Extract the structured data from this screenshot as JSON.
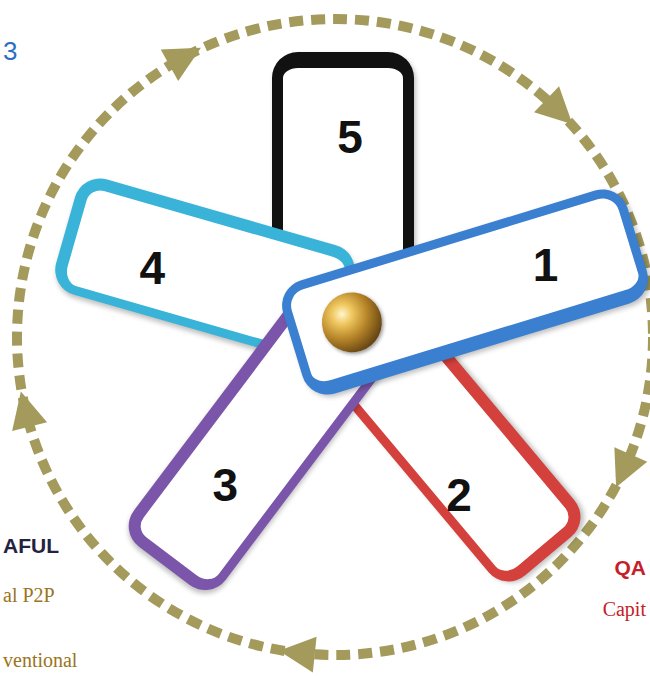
{
  "diagram": {
    "nodes": [
      {
        "text": [
          "1"
        ]
      },
      {
        "text": [
          "2"
        ]
      },
      {
        "text": [
          "3"
        ]
      },
      {
        "text": [
          "4"
        ]
      },
      {
        "text": [
          "5"
        ]
      }
    ],
    "labels": [
      "3",
      "AFUL",
      "al P2P",
      "ventional",
      "QA",
      "Capit"
    ]
  }
}
